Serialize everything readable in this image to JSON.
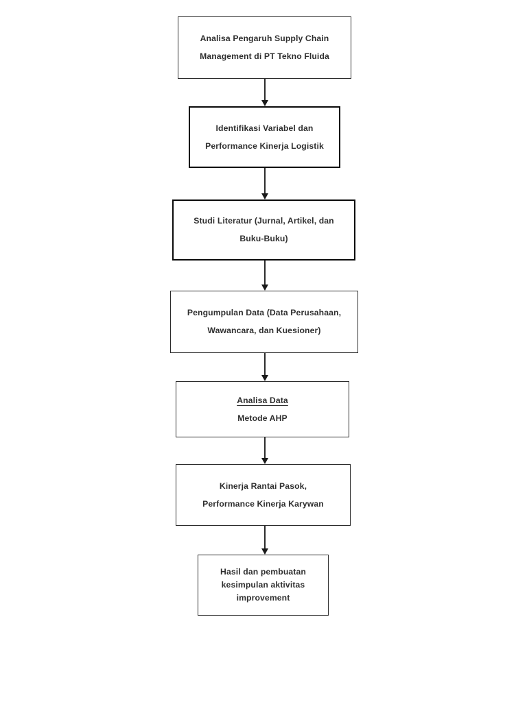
{
  "diagram": {
    "type": "flowchart",
    "orientation": "vertical-top-to-bottom",
    "background_color": "#ffffff",
    "text_color": "#2f2f2f",
    "border_color_thin": "#2b2b2b",
    "border_color_thick": "#0a0a0a",
    "node_count": 7,
    "connector_count": 6,
    "nodes": [
      {
        "id": "node-1",
        "name": "research-title",
        "border_weight": "thin",
        "lines": [
          "Analisa Pengaruh Supply Chain",
          "Management di PT Tekno Fluida"
        ]
      },
      {
        "id": "node-2",
        "name": "variable-identification",
        "border_weight": "thick",
        "lines": [
          "Identifikasi Variabel dan",
          "Performance Kinerja Logistik"
        ]
      },
      {
        "id": "node-3",
        "name": "literature-study",
        "border_weight": "thick",
        "lines": [
          "Studi Literatur (Jurnal, Artikel, dan",
          "Buku-Buku)"
        ]
      },
      {
        "id": "node-4",
        "name": "data-collection",
        "border_weight": "thin",
        "lines": [
          "Pengumpulan Data (Data Perusahaan,",
          "Wawancara, dan Kuesioner)"
        ]
      },
      {
        "id": "node-5",
        "name": "data-analysis",
        "border_weight": "thin",
        "lines": [
          "Analisa Data",
          "Metode AHP"
        ],
        "underlined_lines": [
          0
        ]
      },
      {
        "id": "node-6",
        "name": "performance-output",
        "border_weight": "thin",
        "lines": [
          "Kinerja Rantai Pasok,",
          "Performance Kinerja Karywan"
        ]
      },
      {
        "id": "node-7",
        "name": "conclusion",
        "border_weight": "thin",
        "lines": [
          "Hasil dan pembuatan",
          "kesimpulan aktivitas",
          "improvement"
        ]
      }
    ],
    "connectors": [
      {
        "id": "connector-1",
        "from": "node-1",
        "to": "node-2"
      },
      {
        "id": "connector-2",
        "from": "node-2",
        "to": "node-3"
      },
      {
        "id": "connector-3",
        "from": "node-3",
        "to": "node-4"
      },
      {
        "id": "connector-4",
        "from": "node-4",
        "to": "node-5"
      },
      {
        "id": "connector-5",
        "from": "node-5",
        "to": "node-6"
      },
      {
        "id": "connector-6",
        "from": "node-6",
        "to": "node-7"
      }
    ]
  }
}
